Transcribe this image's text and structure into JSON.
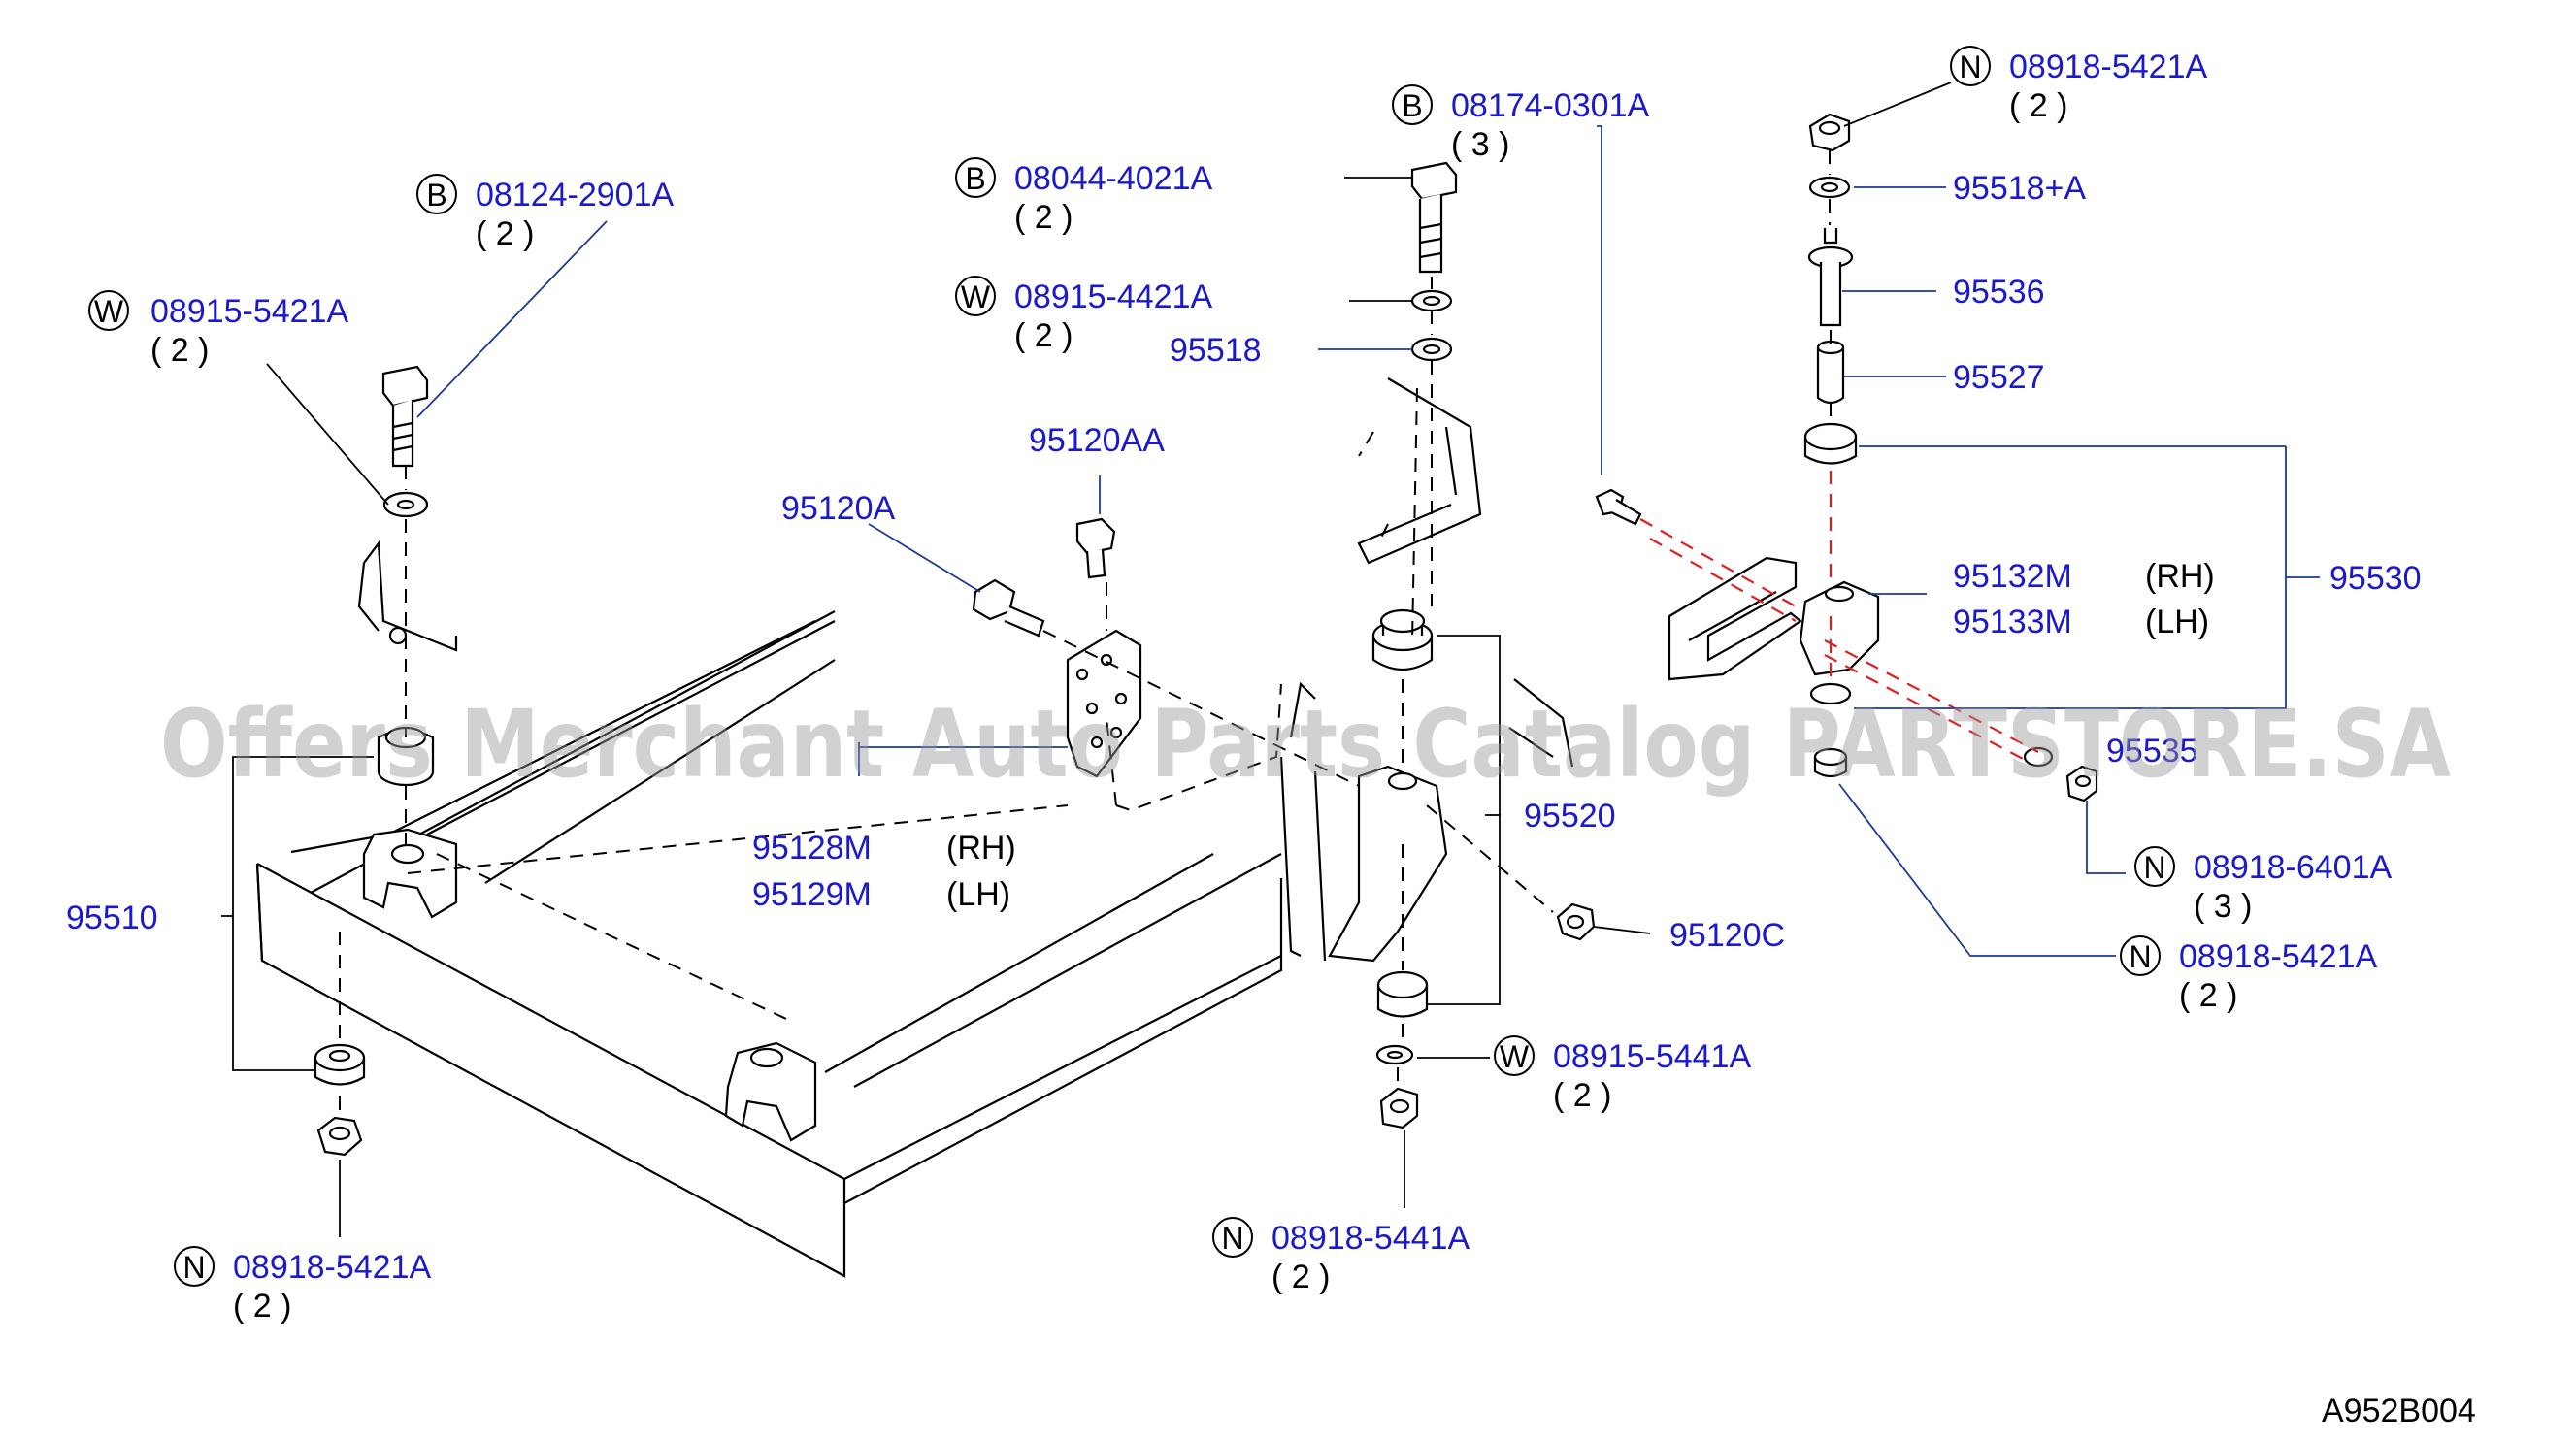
{
  "watermark": "Offers Merchant Auto Parts Catalog PARTSTORE.SA",
  "diagram_code": "A952B004",
  "callouts": [
    {
      "id": "c1",
      "badge": "B",
      "part": "08124-2901A",
      "qty": "( 2 )"
    },
    {
      "id": "c2",
      "badge": "W",
      "part": "08915-5421A",
      "qty": "( 2 )"
    },
    {
      "id": "c3",
      "badge": "B",
      "part": "08044-4021A",
      "qty": "( 2 )"
    },
    {
      "id": "c4",
      "badge": "W",
      "part": "08915-4421A",
      "qty": "( 2 )"
    },
    {
      "id": "c5",
      "badge": "B",
      "part": "08174-0301A",
      "qty": "( 3 )"
    },
    {
      "id": "c6",
      "badge": "N",
      "part": "08918-5421A",
      "qty": "( 2 )"
    },
    {
      "id": "c7",
      "badge": "N",
      "part": "08918-6401A",
      "qty": "( 3 )"
    },
    {
      "id": "c8",
      "badge": "N",
      "part": "08918-5421A",
      "qty": "( 2 )"
    },
    {
      "id": "c9",
      "badge": "W",
      "part": "08915-5441A",
      "qty": "( 2 )"
    },
    {
      "id": "c10",
      "badge": "N",
      "part": "08918-5441A",
      "qty": "( 2 )"
    },
    {
      "id": "c11",
      "badge": "N",
      "part": "08918-5421A",
      "qty": "( 2 )"
    }
  ],
  "labels": {
    "p95518": "95518",
    "p95120AA": "95120AA",
    "p95120A": "95120A",
    "p95128M": "95128M",
    "p95128M_side": "(RH)",
    "p95129M": "95129M",
    "p95129M_side": "(LH)",
    "p95510": "95510",
    "p95520": "95520",
    "p95120C": "95120C",
    "p95518A": "95518+A",
    "p95536": "95536",
    "p95527": "95527",
    "p95530": "95530",
    "p95132M": "95132M",
    "p95132M_side": "(RH)",
    "p95133M": "95133M",
    "p95133M_side": "(LH)",
    "p95535": "95535"
  }
}
